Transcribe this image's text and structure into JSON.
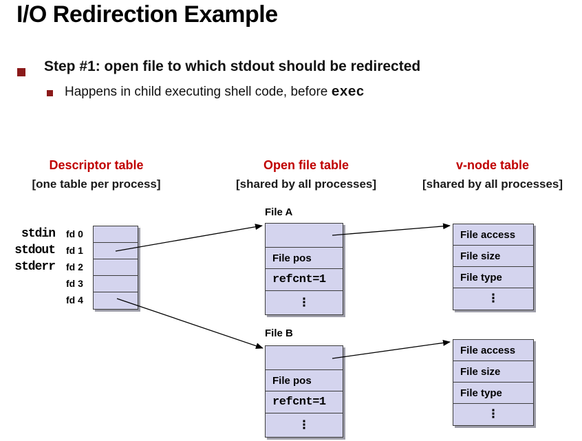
{
  "slide": {
    "title": "I/O Redirection Example",
    "step_heading": "Step #1: open file to which stdout should be redirected",
    "sub_text": "Happens in child executing shell code, before ",
    "sub_code": "exec"
  },
  "columns": {
    "descriptor": {
      "title": "Descriptor table",
      "subtitle": "[one table per process]"
    },
    "open_file": {
      "title": "Open file table",
      "subtitle": "[shared by all processes]"
    },
    "vnode": {
      "title": "v-node table",
      "subtitle": "[shared by all processes]"
    }
  },
  "descriptor_table": {
    "stdio_labels": [
      "stdin",
      "stdout",
      "stderr"
    ],
    "fd_labels": [
      "fd 0",
      "fd 1",
      "fd 2",
      "fd 3",
      "fd 4"
    ]
  },
  "file_tables": {
    "file_a": {
      "label": "File A",
      "rows": [
        "",
        "File pos",
        "refcnt=1",
        "⋮"
      ]
    },
    "file_b": {
      "label": "File B",
      "rows": [
        "",
        "File pos",
        "refcnt=1",
        "⋮"
      ]
    }
  },
  "vnode_tables": {
    "top": {
      "rows": [
        "File access",
        "File size",
        "File type",
        "⋮"
      ]
    },
    "bottom": {
      "rows": [
        "File access",
        "File size",
        "File type",
        "⋮"
      ]
    }
  },
  "colors": {
    "header_red": "#c00000",
    "bullet_red": "#8b1a1a",
    "cell_fill": "#d4d4ee",
    "cell_border": "#3c3c3c",
    "shadow_gray": "#9d9da8"
  }
}
